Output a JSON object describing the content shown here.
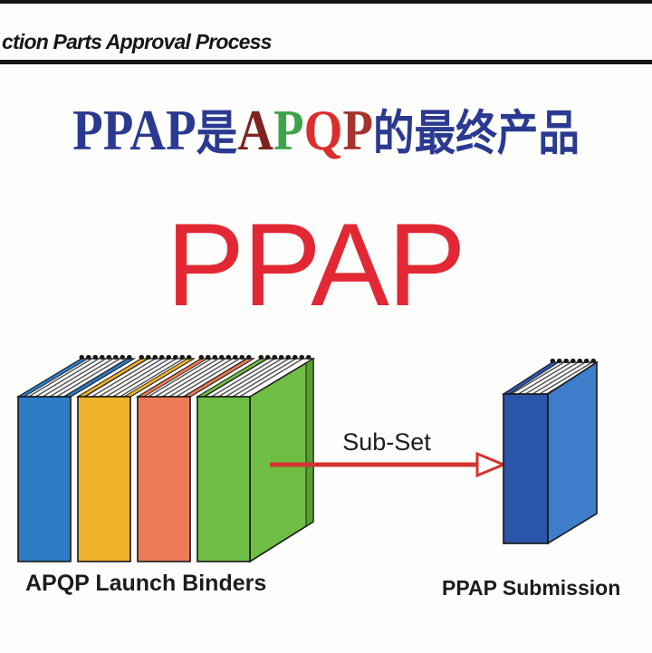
{
  "header": {
    "title_fragment": "ction Parts Approval Process"
  },
  "title": {
    "ppap": "PPAP",
    "shi": "是",
    "a": "A",
    "p_green": "P",
    "q": "Q",
    "p_red": "P",
    "suffix": "的最终产品",
    "colors": {
      "navy": "#2B3A90",
      "maroon_a": "#7E2420",
      "green_p": "#3DA348",
      "red_q": "#DD2E2E",
      "red_p": "#A4342E"
    }
  },
  "hero": {
    "text": "PPAP",
    "color": "#E22834"
  },
  "diagram": {
    "arrow_label": "Sub-Set",
    "left_caption": "APQP Launch Binders",
    "right_caption": "PPAP Submission",
    "arrow_color": "#D4332F",
    "binder_colors": {
      "blue": "#2E7CC3",
      "yellow": "#EFB32B",
      "orange": "#EE7B57",
      "green": "#6FBE44",
      "green_edge": "#549F30",
      "submission_spine": "#2B55A8",
      "submission_cover": "#3E7DC9"
    }
  }
}
